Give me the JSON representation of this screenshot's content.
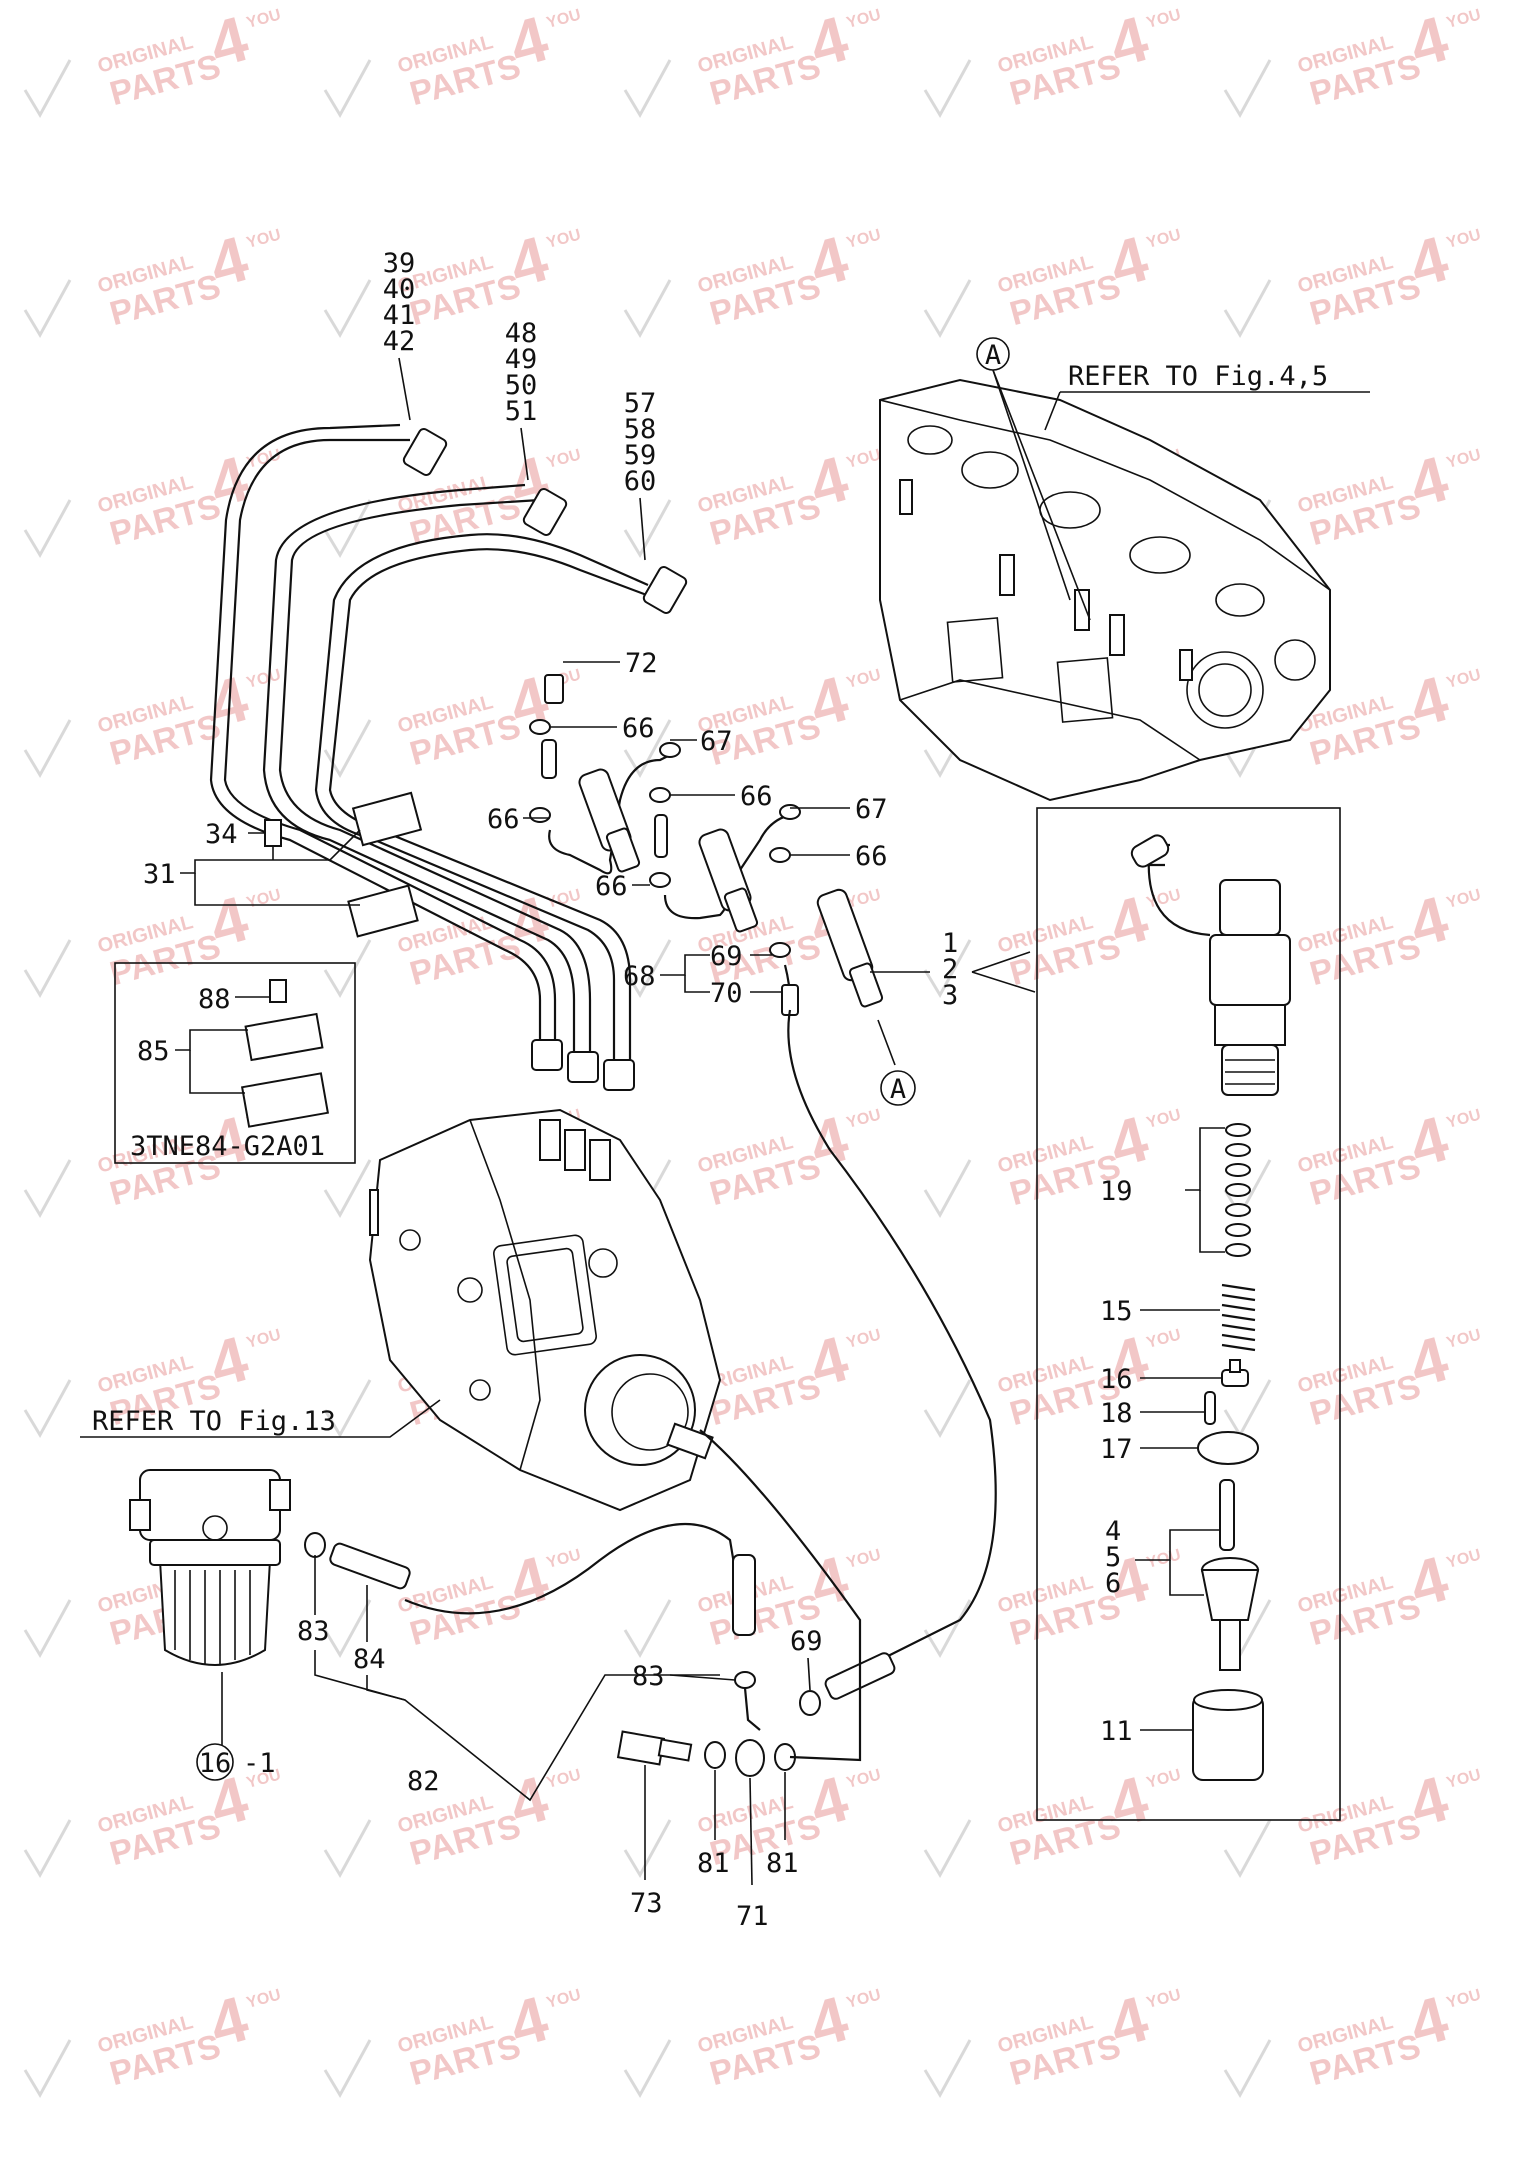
{
  "watermark": {
    "line1": "ORIGINAL",
    "line2": "PARTS",
    "big": "4",
    "small": "YOU",
    "color": "#e89a9a"
  },
  "references": {
    "cylinder_head": "REFER TO Fig.4,5",
    "injection_pump": "REFER TO Fig.13",
    "inset_code": "3TNE84-G2A01"
  },
  "marker_a": "A",
  "labels": {
    "pipe1": [
      "39",
      "40",
      "41",
      "42"
    ],
    "pipe2": [
      "48",
      "49",
      "50",
      "51"
    ],
    "pipe3": [
      "57",
      "58",
      "59",
      "60"
    ],
    "n72": "72",
    "n66a": "66",
    "n67a": "67",
    "n66b": "66",
    "n66c": "66",
    "n67b": "67",
    "n66d": "66",
    "n66e": "66",
    "n34": "34",
    "n31": "31",
    "n88": "88",
    "n85": "85",
    "n68": "68",
    "n69a": "69",
    "n70": "70",
    "injector": [
      "1",
      "2",
      "3"
    ],
    "n19": "19",
    "n15": "15",
    "n16": "16",
    "n18": "18",
    "n17": "17",
    "nozzle": [
      "4",
      "5",
      "6"
    ],
    "n11": "11",
    "n83a": "83",
    "n84": "84",
    "n82": "82",
    "n83b": "83",
    "n69b": "69",
    "n73": "73",
    "n81a": "81",
    "n71": "71",
    "n81b": "81",
    "filter_num": "16",
    "filter_suffix": "-1"
  }
}
